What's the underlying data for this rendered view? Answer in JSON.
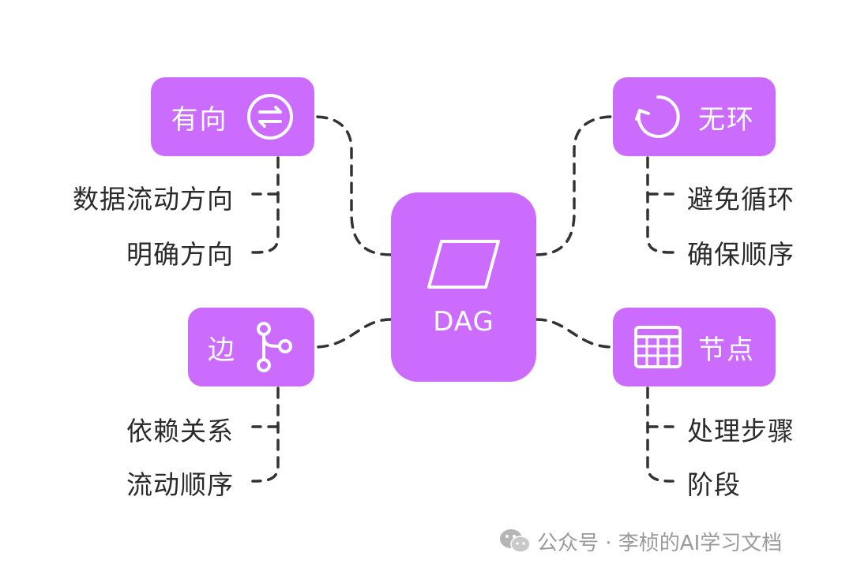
{
  "colors": {
    "node": "#cc6cff",
    "connector": "#333333",
    "text": "#2a2a2a",
    "watermark": "#9a9a9a"
  },
  "center": {
    "label": "DAG",
    "icon": "parallelogram-icon"
  },
  "nodes": {
    "directed": {
      "label": "有向",
      "icon": "arrows-swap-icon",
      "children": [
        "数据流动方向",
        "明确方向"
      ]
    },
    "acyclic": {
      "label": "无环",
      "icon": "rotate-icon",
      "children": [
        "避免循环",
        "确保顺序"
      ]
    },
    "edge": {
      "label": "边",
      "icon": "branch-icon",
      "children": [
        "依赖关系",
        "流动顺序"
      ]
    },
    "node": {
      "label": "节点",
      "icon": "table-grid-icon",
      "children": [
        "处理步骤",
        "阶段"
      ]
    }
  },
  "watermark": {
    "text": "公众号 · 李桢的AI学习文档",
    "icon": "wechat-icon"
  }
}
